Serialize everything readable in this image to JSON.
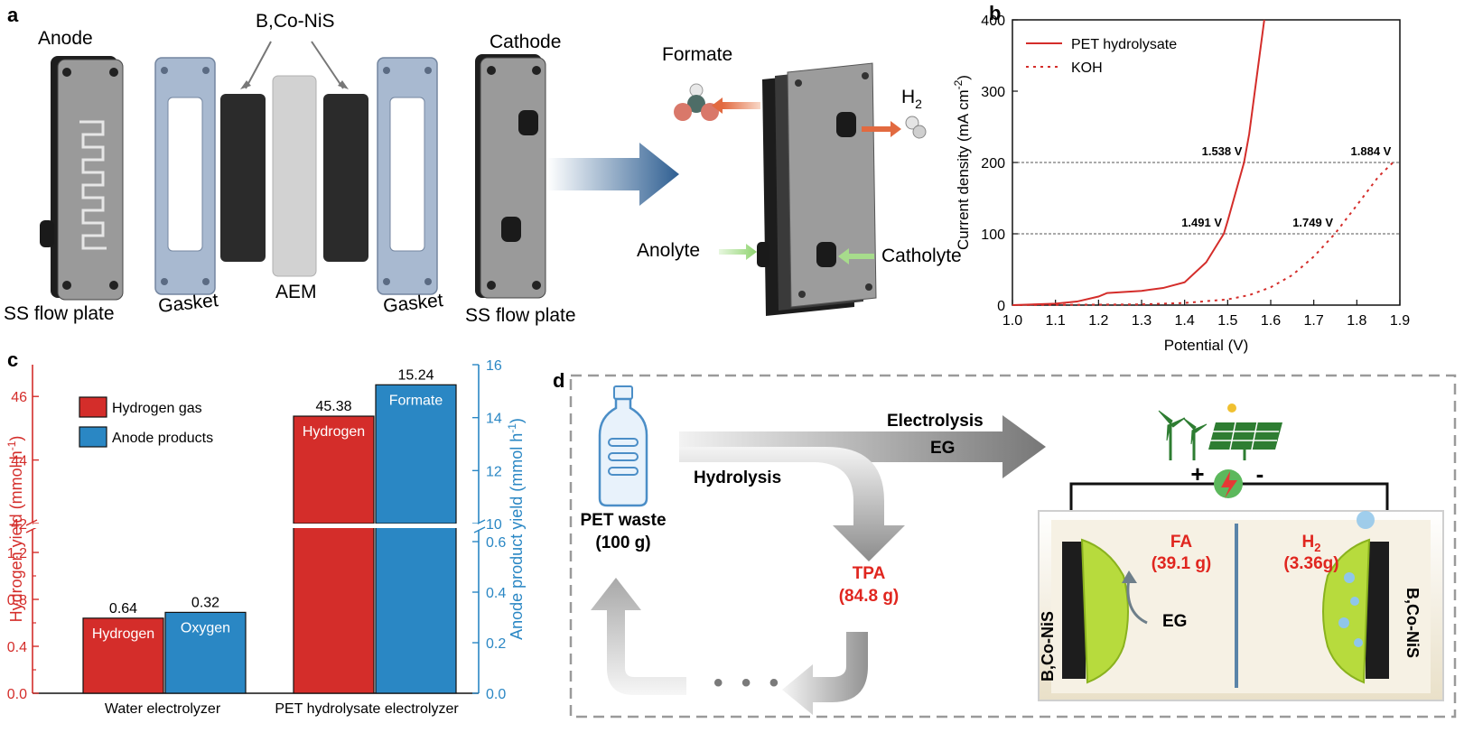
{
  "panel_labels": {
    "a": "a",
    "b": "b",
    "c": "c",
    "d": "d"
  },
  "panel_a": {
    "anode": "Anode",
    "b_co_nis": "B,Co-NiS",
    "cathode": "Cathode",
    "formate": "Formate",
    "h2": "H",
    "h2_sub": "2",
    "anolyte": "Anolyte",
    "catholyte": "Catholyte",
    "ss_flow_plate_left": "SS flow plate",
    "gasket_left": "Gasket",
    "aem": "AEM",
    "gasket_right": "Gasket",
    "ss_flow_plate_right": "SS flow plate"
  },
  "panel_d": {
    "electrolysis": "Electrolysis",
    "eg_top": "EG",
    "hydrolysis": "Hydrolysis",
    "pet_waste": "PET waste",
    "pet_amount": "(100 g)",
    "tpa": "TPA",
    "tpa_amount": "(84.8 g)",
    "plus": "+",
    "minus": "-",
    "fa": "FA",
    "fa_amount": "(39.1 g)",
    "h2": "H",
    "h2_sub": "2",
    "h2_amount": "(3.36g)",
    "eg_cell": "EG",
    "b_co_nis_left": "B,Co-NiS",
    "b_co_nis_right": "B,Co-NiS",
    "dots": "• • •"
  },
  "colors": {
    "red": "#d42d2a",
    "blue": "#2a87c4",
    "dark": "#222222"
  },
  "chart_data": [
    {
      "type": "line",
      "panel": "b",
      "xlabel": "Potential (V)",
      "ylabel": "Current density (mA cm",
      "ylabel_sup": "-2",
      "ylabel_end": ")",
      "xlim": [
        1.0,
        1.9
      ],
      "ylim": [
        0,
        400
      ],
      "xticks": [
        "1.0",
        "1.1",
        "1.2",
        "1.3",
        "1.4",
        "1.5",
        "1.6",
        "1.7",
        "1.8",
        "1.9"
      ],
      "yticks": [
        "0",
        "100",
        "200",
        "300",
        "400"
      ],
      "legend_position": "top-left",
      "series": [
        {
          "name": "PET hydrolysate",
          "style": "solid",
          "color": "#d42d2a",
          "x": [
            1.0,
            1.1,
            1.15,
            1.2,
            1.22,
            1.3,
            1.35,
            1.4,
            1.45,
            1.491,
            1.5,
            1.538,
            1.55,
            1.585
          ],
          "y": [
            0,
            2,
            5,
            12,
            17,
            20,
            24,
            32,
            60,
            100,
            118,
            200,
            240,
            400
          ]
        },
        {
          "name": "KOH",
          "style": "dotted",
          "color": "#d42d2a",
          "x": [
            1.0,
            1.3,
            1.4,
            1.5,
            1.55,
            1.6,
            1.65,
            1.7,
            1.749,
            1.8,
            1.85,
            1.884
          ],
          "y": [
            0,
            1,
            3,
            8,
            14,
            25,
            42,
            68,
            100,
            140,
            180,
            200
          ]
        }
      ],
      "reference_lines": [
        100,
        200
      ],
      "annotations": [
        {
          "text": "1.538 V",
          "x": 1.538,
          "y": 200
        },
        {
          "text": "1.884 V",
          "x": 1.884,
          "y": 200
        },
        {
          "text": "1.491 V",
          "x": 1.491,
          "y": 100
        },
        {
          "text": "1.749 V",
          "x": 1.749,
          "y": 100
        }
      ]
    },
    {
      "type": "bar",
      "panel": "c",
      "categories": [
        "Water electrolyzer",
        "PET hydrolysate electrolyzer"
      ],
      "ylabel_left": "Hydrogen yield (mmol h",
      "ylabel_left_sup": "-1",
      "ylabel_left_end": ")",
      "ylabel_right": "Anode product yield (mmol h",
      "ylabel_right_sup": "-1",
      "ylabel_right_end": ")",
      "left_axis_lower": [
        0,
        1.4
      ],
      "left_axis_upper": [
        42,
        47
      ],
      "right_axis_lower": [
        0,
        0.65
      ],
      "right_axis_upper": [
        10,
        16
      ],
      "left_ticks_lower": [
        "0.0",
        "0.4",
        "0.8",
        "1.2"
      ],
      "left_ticks_lower_extra": [
        "0.2",
        "0.6",
        "1.0"
      ],
      "left_ticks_upper": [
        "42",
        "44",
        "46"
      ],
      "right_ticks_lower": [
        "0.0",
        "0.2",
        "0.4",
        "0.6"
      ],
      "right_ticks_upper": [
        "10",
        "12",
        "14",
        "16"
      ],
      "legend_position": "top-left",
      "series": [
        {
          "name": "Hydrogen gas",
          "color": "#d42d2a",
          "axis": "left",
          "values": [
            0.64,
            45.38
          ],
          "bar_labels": [
            "Hydrogen",
            "Hydrogen"
          ],
          "value_labels": [
            "0.64",
            "45.38"
          ]
        },
        {
          "name": "Anode products",
          "color": "#2a87c4",
          "axis": "right",
          "values": [
            0.32,
            15.24
          ],
          "bar_labels": [
            "Oxygen",
            "Formate"
          ],
          "value_labels": [
            "0.32",
            "15.24"
          ]
        }
      ]
    }
  ]
}
